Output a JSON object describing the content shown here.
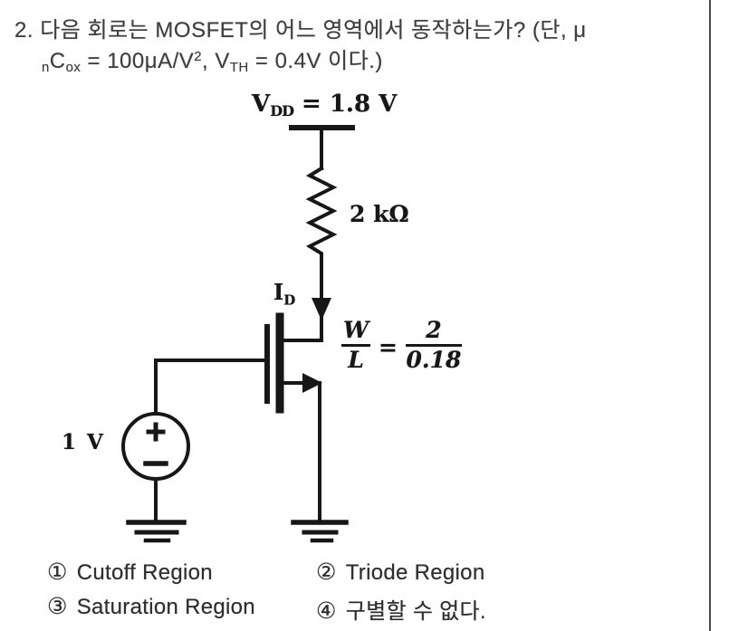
{
  "colors": {
    "ink": "#171717",
    "text": "#3f3f3f",
    "divider": "#4c4c4c"
  },
  "question": {
    "number": "2.",
    "line1": "다음 회로는 MOSFET의 어느 영역에서 동작하는가? (단, μ",
    "formula": {
      "sub_n": "n",
      "c": "C",
      "sub_ox": "ox",
      "eq1": " = 100μA/V",
      "sup2": "2",
      "comma_v": ", V",
      "sub_th": "TH",
      "tail": " = 0.4V 이다.)"
    }
  },
  "circuit": {
    "vdd": {
      "sym": "V",
      "sub": "DD",
      "eq": " = 1.8 V"
    },
    "resistor_value": "2 kΩ",
    "current": {
      "sym": "I",
      "sub": "D"
    },
    "wl": {
      "w": "W",
      "l": "L",
      "eq": "=",
      "num": "2",
      "den": "0.18"
    },
    "vsource_value": "1 V"
  },
  "options": [
    {
      "num": "①",
      "label": "Cutoff Region"
    },
    {
      "num": "②",
      "label": "Triode Region"
    },
    {
      "num": "③",
      "label": "Saturation Region"
    },
    {
      "num": "④",
      "label": "구별할 수 없다."
    }
  ]
}
